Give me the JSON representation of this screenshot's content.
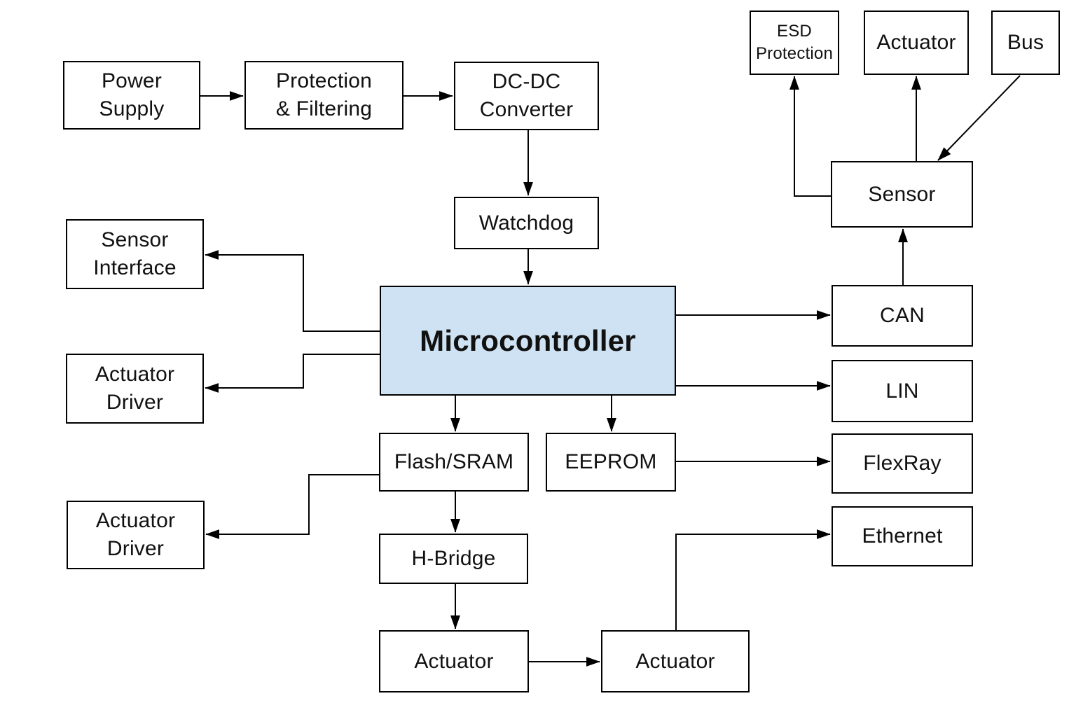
{
  "diagram": {
    "type": "block-diagram",
    "colors": {
      "background": "#ffffff",
      "box_fill": "#ffffff",
      "box_border": "#000000",
      "microcontroller_fill": "#cfe2f3",
      "connector": "#000000",
      "text": "#111111"
    }
  },
  "nodes": {
    "power_supply": {
      "label": "Power\nSupply"
    },
    "protection_filtering": {
      "label": "Protection\n& Filtering"
    },
    "dcdc_converter": {
      "label": "DC-DC\nConverter"
    },
    "watchdog": {
      "label": "Watchdog"
    },
    "microcontroller": {
      "label": "Microcontroller",
      "highlighted": true
    },
    "sensor_interface": {
      "label": "Sensor\nInterface"
    },
    "actuator_driver_1": {
      "label": "Actuator\nDriver"
    },
    "actuator_driver_2": {
      "label": "Actuator\nDriver"
    },
    "flash_sram": {
      "label": "Flash/SRAM"
    },
    "eeprom": {
      "label": "EEPROM"
    },
    "h_bridge": {
      "label": "H-Bridge"
    },
    "actuator_bottom_left": {
      "label": "Actuator"
    },
    "actuator_bottom_right": {
      "label": "Actuator"
    },
    "esd_protection": {
      "label": "ESD\nProtection"
    },
    "actuator_top": {
      "label": "Actuator"
    },
    "bus": {
      "label": "Bus"
    },
    "sensor": {
      "label": "Sensor"
    },
    "can": {
      "label": "CAN"
    },
    "lin": {
      "label": "LIN"
    },
    "flexray": {
      "label": "FlexRay"
    },
    "ethernet": {
      "label": "Ethernet"
    }
  },
  "edges": [
    {
      "from": "power_supply",
      "to": "protection_filtering"
    },
    {
      "from": "protection_filtering",
      "to": "dcdc_converter"
    },
    {
      "from": "dcdc_converter",
      "to": "watchdog"
    },
    {
      "from": "watchdog",
      "to": "microcontroller"
    },
    {
      "from": "microcontroller",
      "to": "sensor_interface"
    },
    {
      "from": "microcontroller",
      "to": "actuator_driver_1"
    },
    {
      "from": "microcontroller",
      "to": "flash_sram"
    },
    {
      "from": "microcontroller",
      "to": "eeprom"
    },
    {
      "from": "microcontroller",
      "to": "can"
    },
    {
      "from": "microcontroller",
      "to": "lin"
    },
    {
      "from": "flash_sram",
      "to": "actuator_driver_2"
    },
    {
      "from": "flash_sram",
      "to": "h_bridge"
    },
    {
      "from": "h_bridge",
      "to": "actuator_bottom_left"
    },
    {
      "from": "actuator_bottom_left",
      "to": "actuator_bottom_right"
    },
    {
      "from": "actuator_bottom_right",
      "to": "ethernet"
    },
    {
      "from": "eeprom",
      "to": "flexray"
    },
    {
      "from": "can",
      "to": "sensor"
    },
    {
      "from": "sensor",
      "to": "actuator_top"
    },
    {
      "from": "sensor",
      "to": "esd_protection"
    },
    {
      "from": "bus",
      "to": "sensor"
    }
  ]
}
